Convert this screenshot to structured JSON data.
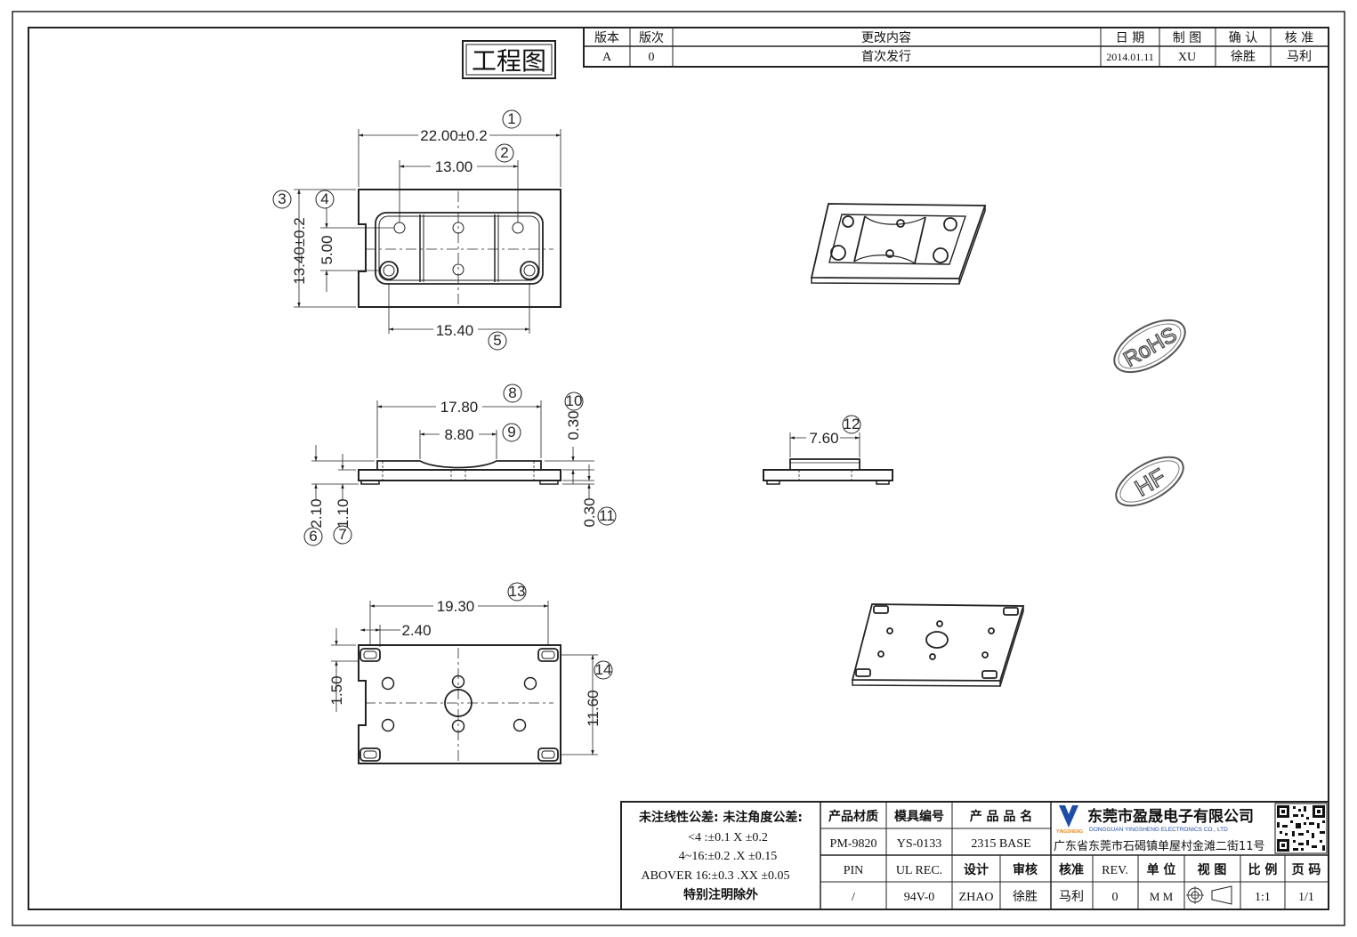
{
  "stamp": "工程图",
  "revision_table": {
    "headers": [
      "版本",
      "版次",
      "更改内容",
      "日 期",
      "制 图",
      "确 认",
      "核 准"
    ],
    "row": [
      "A",
      "0",
      "首次发行",
      "2014.01.11",
      "XU",
      "徐胜",
      "马利"
    ]
  },
  "dimensions": {
    "d1": "22.00±0.2",
    "d2": "13.00",
    "d3": "13.40±0.2",
    "d4": "5.00",
    "d5": "15.40",
    "d6": "2.10",
    "d7": "1.10",
    "d8": "17.80",
    "d9": "8.80",
    "d10": "0.30",
    "d11": "0.30",
    "d12": "7.60",
    "d13": "19.30",
    "d14": "11.60",
    "d_240": "2.40",
    "d_150": "1.50"
  },
  "balloons": [
    "1",
    "2",
    "3",
    "4",
    "5",
    "6",
    "7",
    "8",
    "9",
    "10",
    "11",
    "12",
    "13",
    "14"
  ],
  "marks": {
    "rohs": "RoHS",
    "hf": "HF"
  },
  "title_block": {
    "tol_title": "未注线性公差:  未注角度公差:",
    "tol1": "<4 :±0.1  X ±0.2",
    "tol2": "4~16:±0.2  .X ±0.15",
    "tol3": "ABOVER 16:±0.3  .XX ±0.05",
    "tol4": "特别注明除外",
    "h_material": "产品材质",
    "h_mold": "模具编号",
    "h_name": "产 品 品 名",
    "material": "PM-9820",
    "mold": "YS-0133",
    "name": "2315 BASE",
    "company": "东莞市盈晟电子有限公司",
    "company_en": "DONGGUAN YINGSHENG ELECTRONICS CO., LTD",
    "logo_text": "YINGSHENG",
    "address": "广东省东莞市石碣镇单屋村金滩二街11号",
    "h_pin": "PIN",
    "h_ul": "UL REC.",
    "h_design": "设计",
    "h_review": "审核",
    "h_approve": "核准",
    "h_rev": "REV.",
    "h_unit": "单 位",
    "h_view": "视 图",
    "h_scale": "比 例",
    "h_page": "页 码",
    "pin": "/",
    "ul": "94V-0",
    "design": "ZHAO",
    "review": "徐胜",
    "approve": "马利",
    "rev": "0",
    "unit": "M M",
    "scale": "1:1",
    "page": "1/1"
  }
}
